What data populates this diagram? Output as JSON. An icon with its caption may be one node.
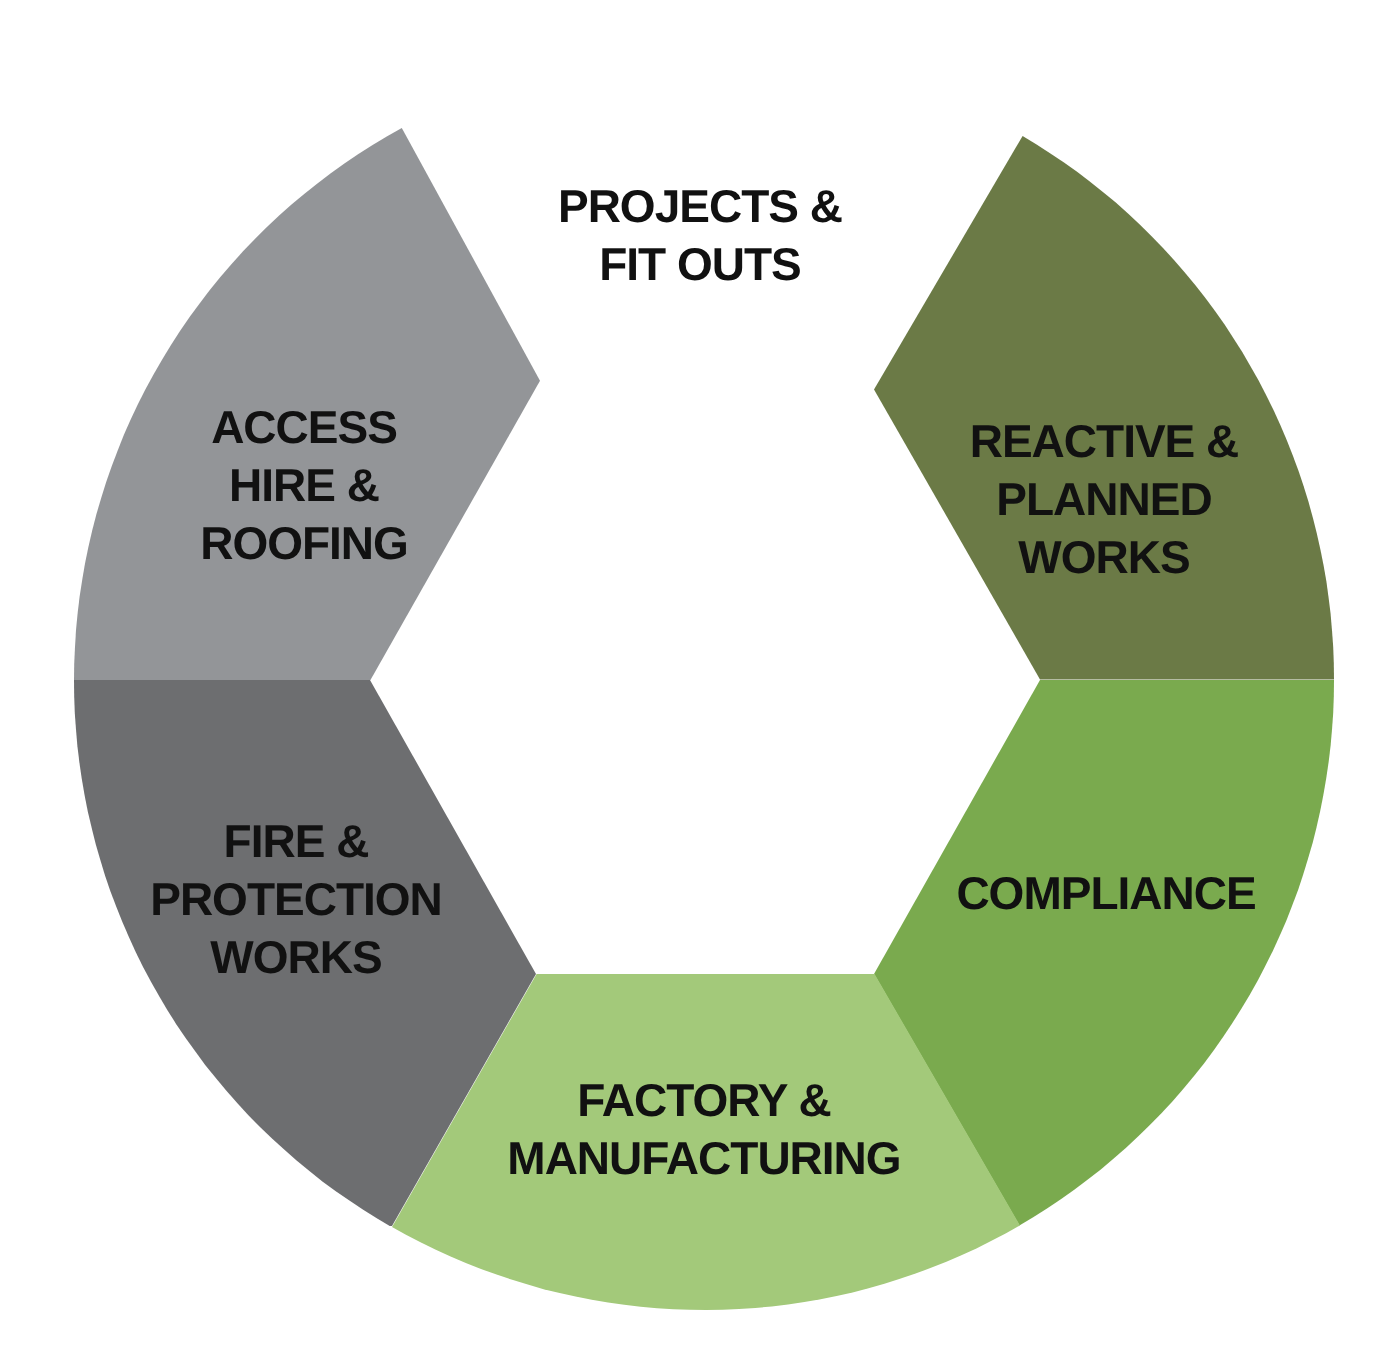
{
  "diagram": {
    "nodes": [
      {
        "text": [
          "PROJECTS & FIT OUTS"
        ]
      },
      {
        "text": [
          "REACTIVE & PLANNED WORKS"
        ]
      },
      {
        "text": [
          "COMPLIANCE"
        ]
      },
      {
        "text": [
          "FACTORY & MANUFACTURING"
        ]
      },
      {
        "text": [
          "FIRE & PROTECTION WORKS"
        ]
      },
      {
        "text": [
          "ACCESS HIRE & ROOFING"
        ]
      }
    ],
    "edges": []
  }
}
